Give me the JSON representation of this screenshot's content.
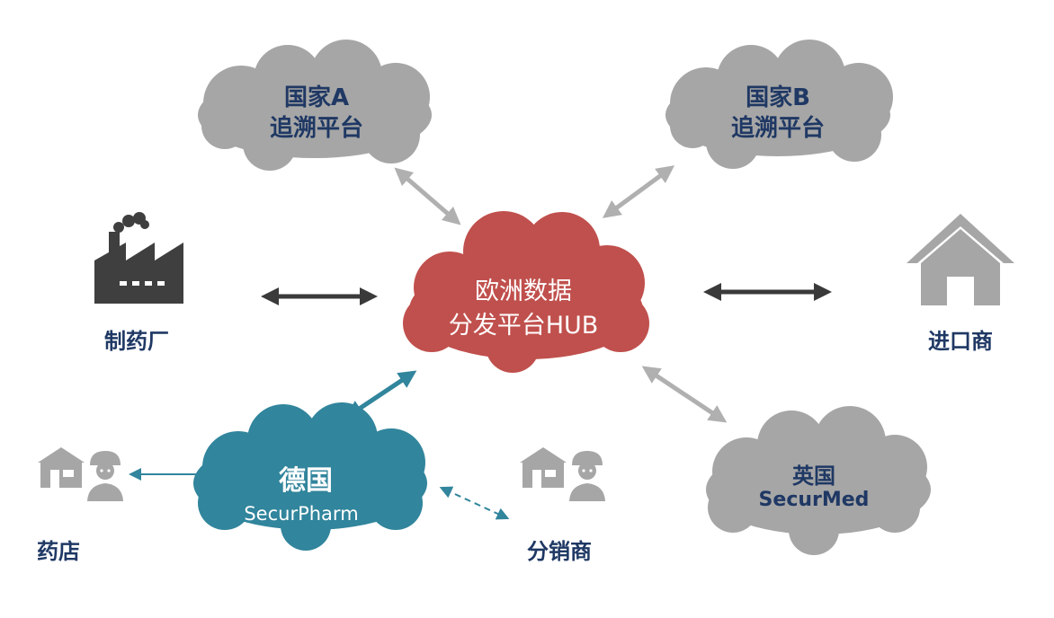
{
  "nodes": {
    "country_a": {
      "line1": "国家A",
      "line2": "追溯平台"
    },
    "country_b": {
      "line1": "国家B",
      "line2": "追溯平台"
    },
    "hub": {
      "line1": "欧洲数据",
      "line2": "分发平台HUB"
    },
    "manufacturer": {
      "label": "制药厂"
    },
    "importer": {
      "label": "进口商"
    },
    "germany": {
      "line1": "德国",
      "line2": "SecurPharm"
    },
    "uk": {
      "line1": "英国",
      "line2": "SecurMed"
    },
    "pharmacy": {
      "label": "药店"
    },
    "distributor": {
      "label": "分销商"
    }
  },
  "colors": {
    "gray_cloud": "#a6a6a6",
    "hub_cloud": "#c0504d",
    "germany_cloud": "#31859c",
    "navy_text": "#1f3864",
    "dark_arrow": "#3a3a3a",
    "light_arrow": "#b0b0b0",
    "teal_arrow": "#31859c",
    "icon_dark": "#3f3f3f",
    "icon_gray": "#a6a6a6"
  }
}
